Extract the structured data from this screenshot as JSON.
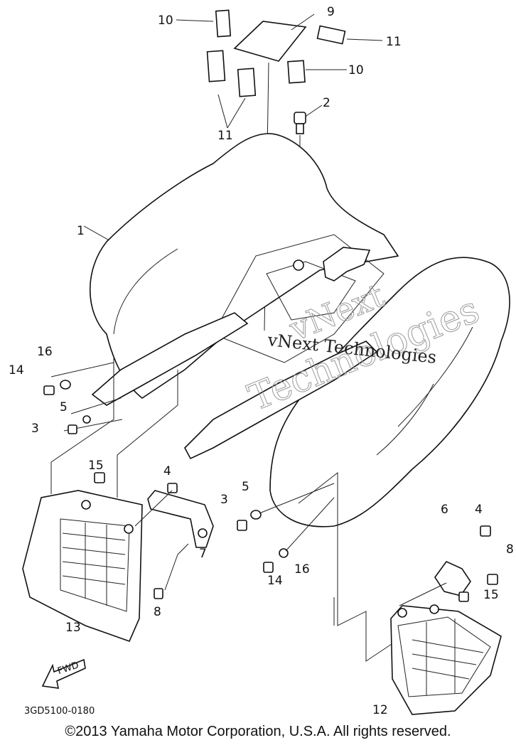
{
  "diagram": {
    "part_callouts": [
      "10",
      "9",
      "11",
      "10",
      "11",
      "2",
      "1",
      "16",
      "14",
      "5",
      "3",
      "15",
      "4",
      "7",
      "8",
      "13",
      "3",
      "5",
      "14",
      "16",
      "6",
      "4",
      "8",
      "15",
      "12"
    ],
    "fwd_label": "FWD",
    "diagram_code": "3GD5100-0180",
    "watermark": {
      "line1": "vNext",
      "line2": "Technologies",
      "inline": "vNext Technologies"
    }
  },
  "footer": {
    "copyright": "©2013 Yamaha Motor Corporation, U.S.A. All rights reserved."
  }
}
